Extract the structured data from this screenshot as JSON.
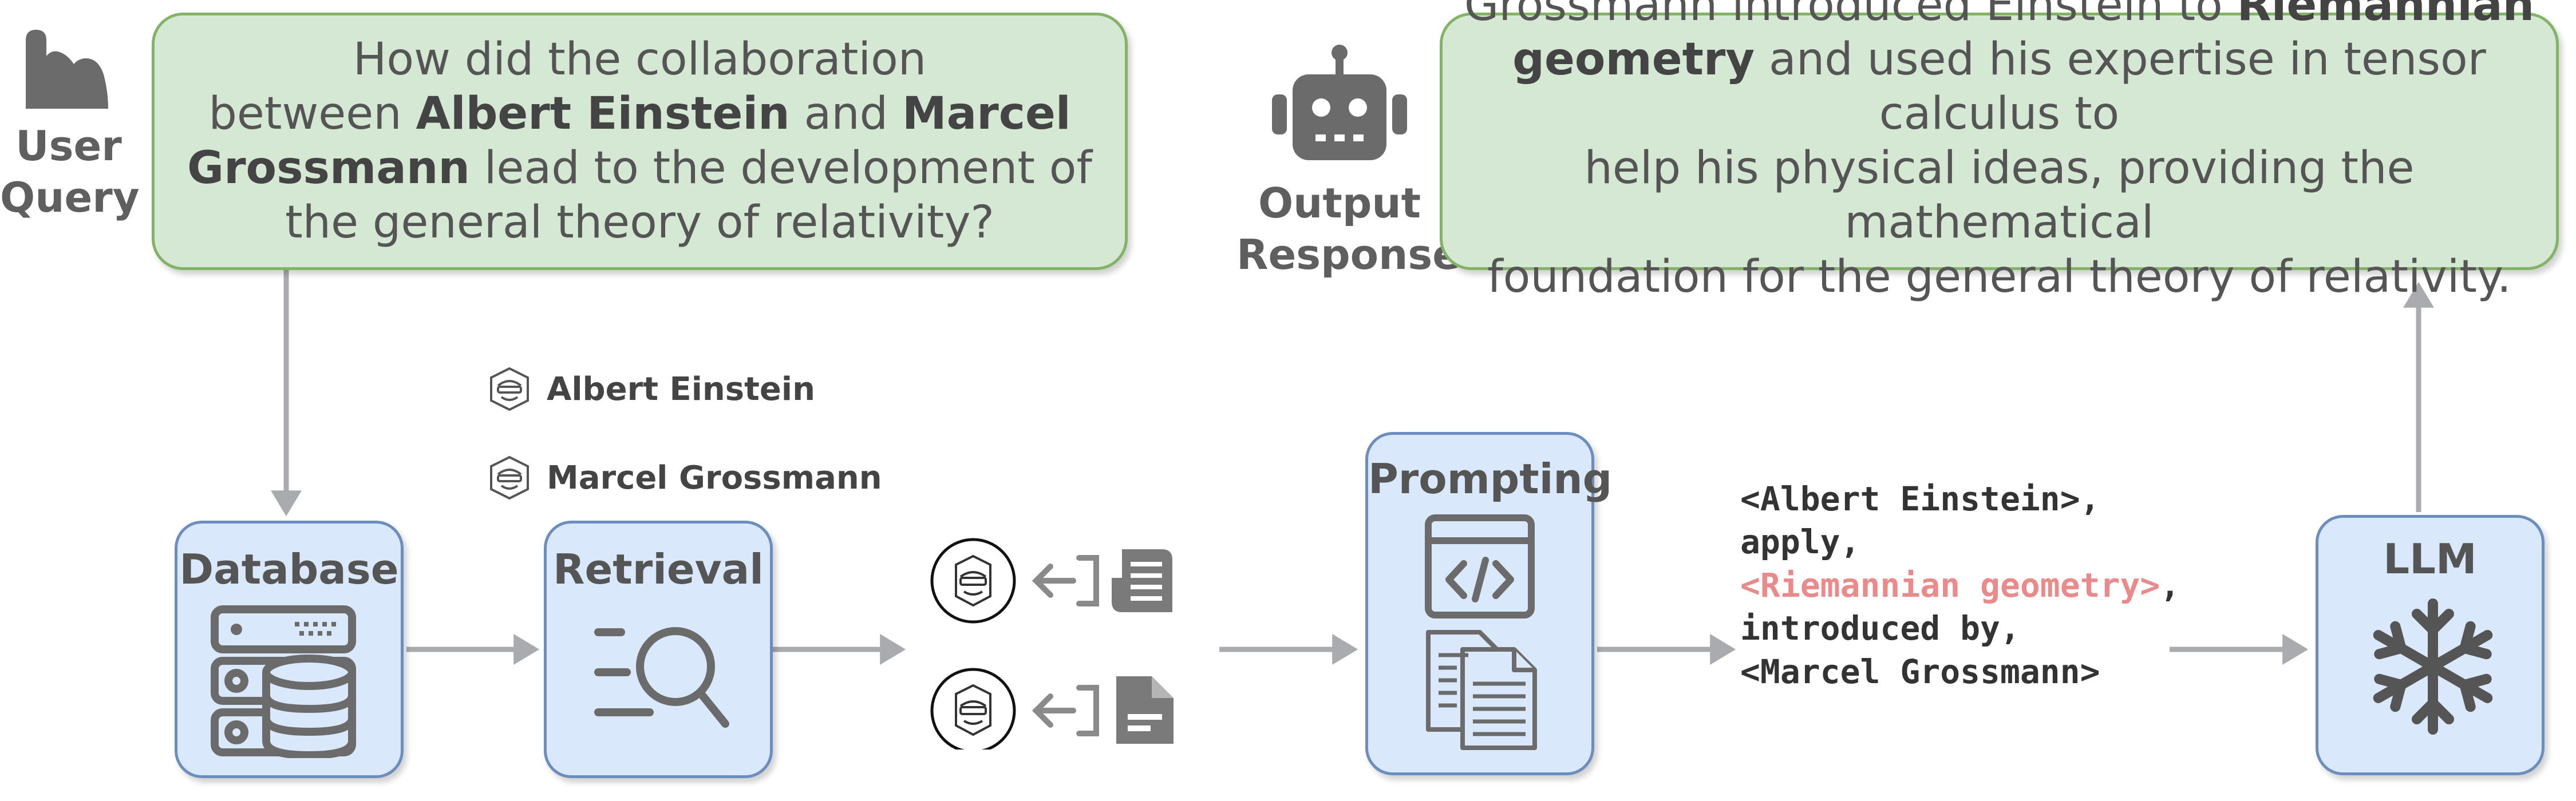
{
  "user_query": {
    "label_line1": "User",
    "label_line2": "Query",
    "text": {
      "l1": "How did the collaboration",
      "l2_pre": "between ",
      "l2_b1": "Albert Einstein",
      "l2_mid": " and ",
      "l2_b2": "Marcel",
      "l3_b": "Grossmann",
      "l3_post": " lead to the development of",
      "l4": "the general theory of relativity?"
    }
  },
  "output_response": {
    "label_line1": "Output",
    "label_line2": "Response",
    "text": {
      "l1_pre": "Grossmann introduced Einstein to ",
      "l1_b": "Riemannian",
      "l2_b": "geometry",
      "l2_post": " and used his expertise in tensor calculus to",
      "l3": "help his physical ideas, providing the mathematical",
      "l4": "foundation for the general theory of relativity."
    }
  },
  "pipeline": {
    "database": "Database",
    "retrieval": "Retrieval",
    "prompting": "Prompting",
    "llm": "LLM"
  },
  "entities": [
    "Albert Einstein",
    "Marcel Grossmann"
  ],
  "prompt_lines": [
    "<Albert Einstein>,",
    "apply,",
    "<Riemannian geometry>",
    ",",
    "introduced by,",
    "<Marcel Grossmann>"
  ],
  "colors": {
    "green_fill": "#d5e8d4",
    "green_border": "#82b366",
    "blue_fill": "#dae8fc",
    "blue_border": "#6c8ebf",
    "arrow": "#a9abae",
    "icon": "#6b6b6b",
    "highlight": "#ea8a8a"
  }
}
